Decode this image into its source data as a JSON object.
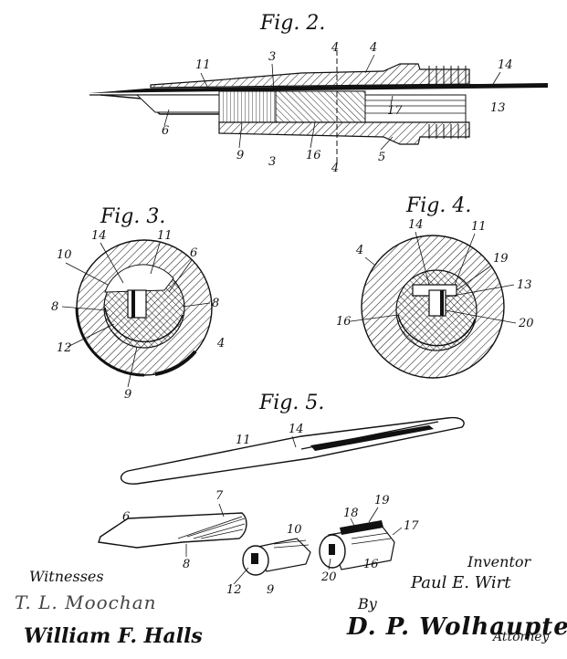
{
  "figures": {
    "fig2": "Fig. 2.",
    "fig3": "Fig. 3.",
    "fig4": "Fig. 4.",
    "fig5": "Fig. 5."
  },
  "fig2_refs": [
    "11",
    "3",
    "4",
    "4",
    "14",
    "6",
    "13",
    "9",
    "3",
    "16",
    "4",
    "5",
    "17"
  ],
  "fig3_refs": [
    "10",
    "14",
    "11",
    "6",
    "8",
    "8",
    "12",
    "9",
    "4"
  ],
  "fig4_refs": [
    "4",
    "14",
    "11",
    "19",
    "13",
    "16",
    "20"
  ],
  "fig5_refs": [
    "11",
    "14"
  ],
  "parts_refs": [
    "7",
    "6",
    "8",
    "10",
    "12",
    "9",
    "18",
    "19",
    "17",
    "20",
    "16"
  ],
  "signatures": {
    "witnesses_label": "Witnesses",
    "witness1": "T. L. Moochan",
    "witness2": "William F. Halls",
    "inventor_label": "Inventor",
    "inventor": "Paul E. Wirt",
    "by": "By",
    "attorney_name": "D. P. Wolhaupter",
    "attorney_label": "Attorney"
  },
  "colors": {
    "ink": "#111111",
    "paper": "#ffffff"
  }
}
